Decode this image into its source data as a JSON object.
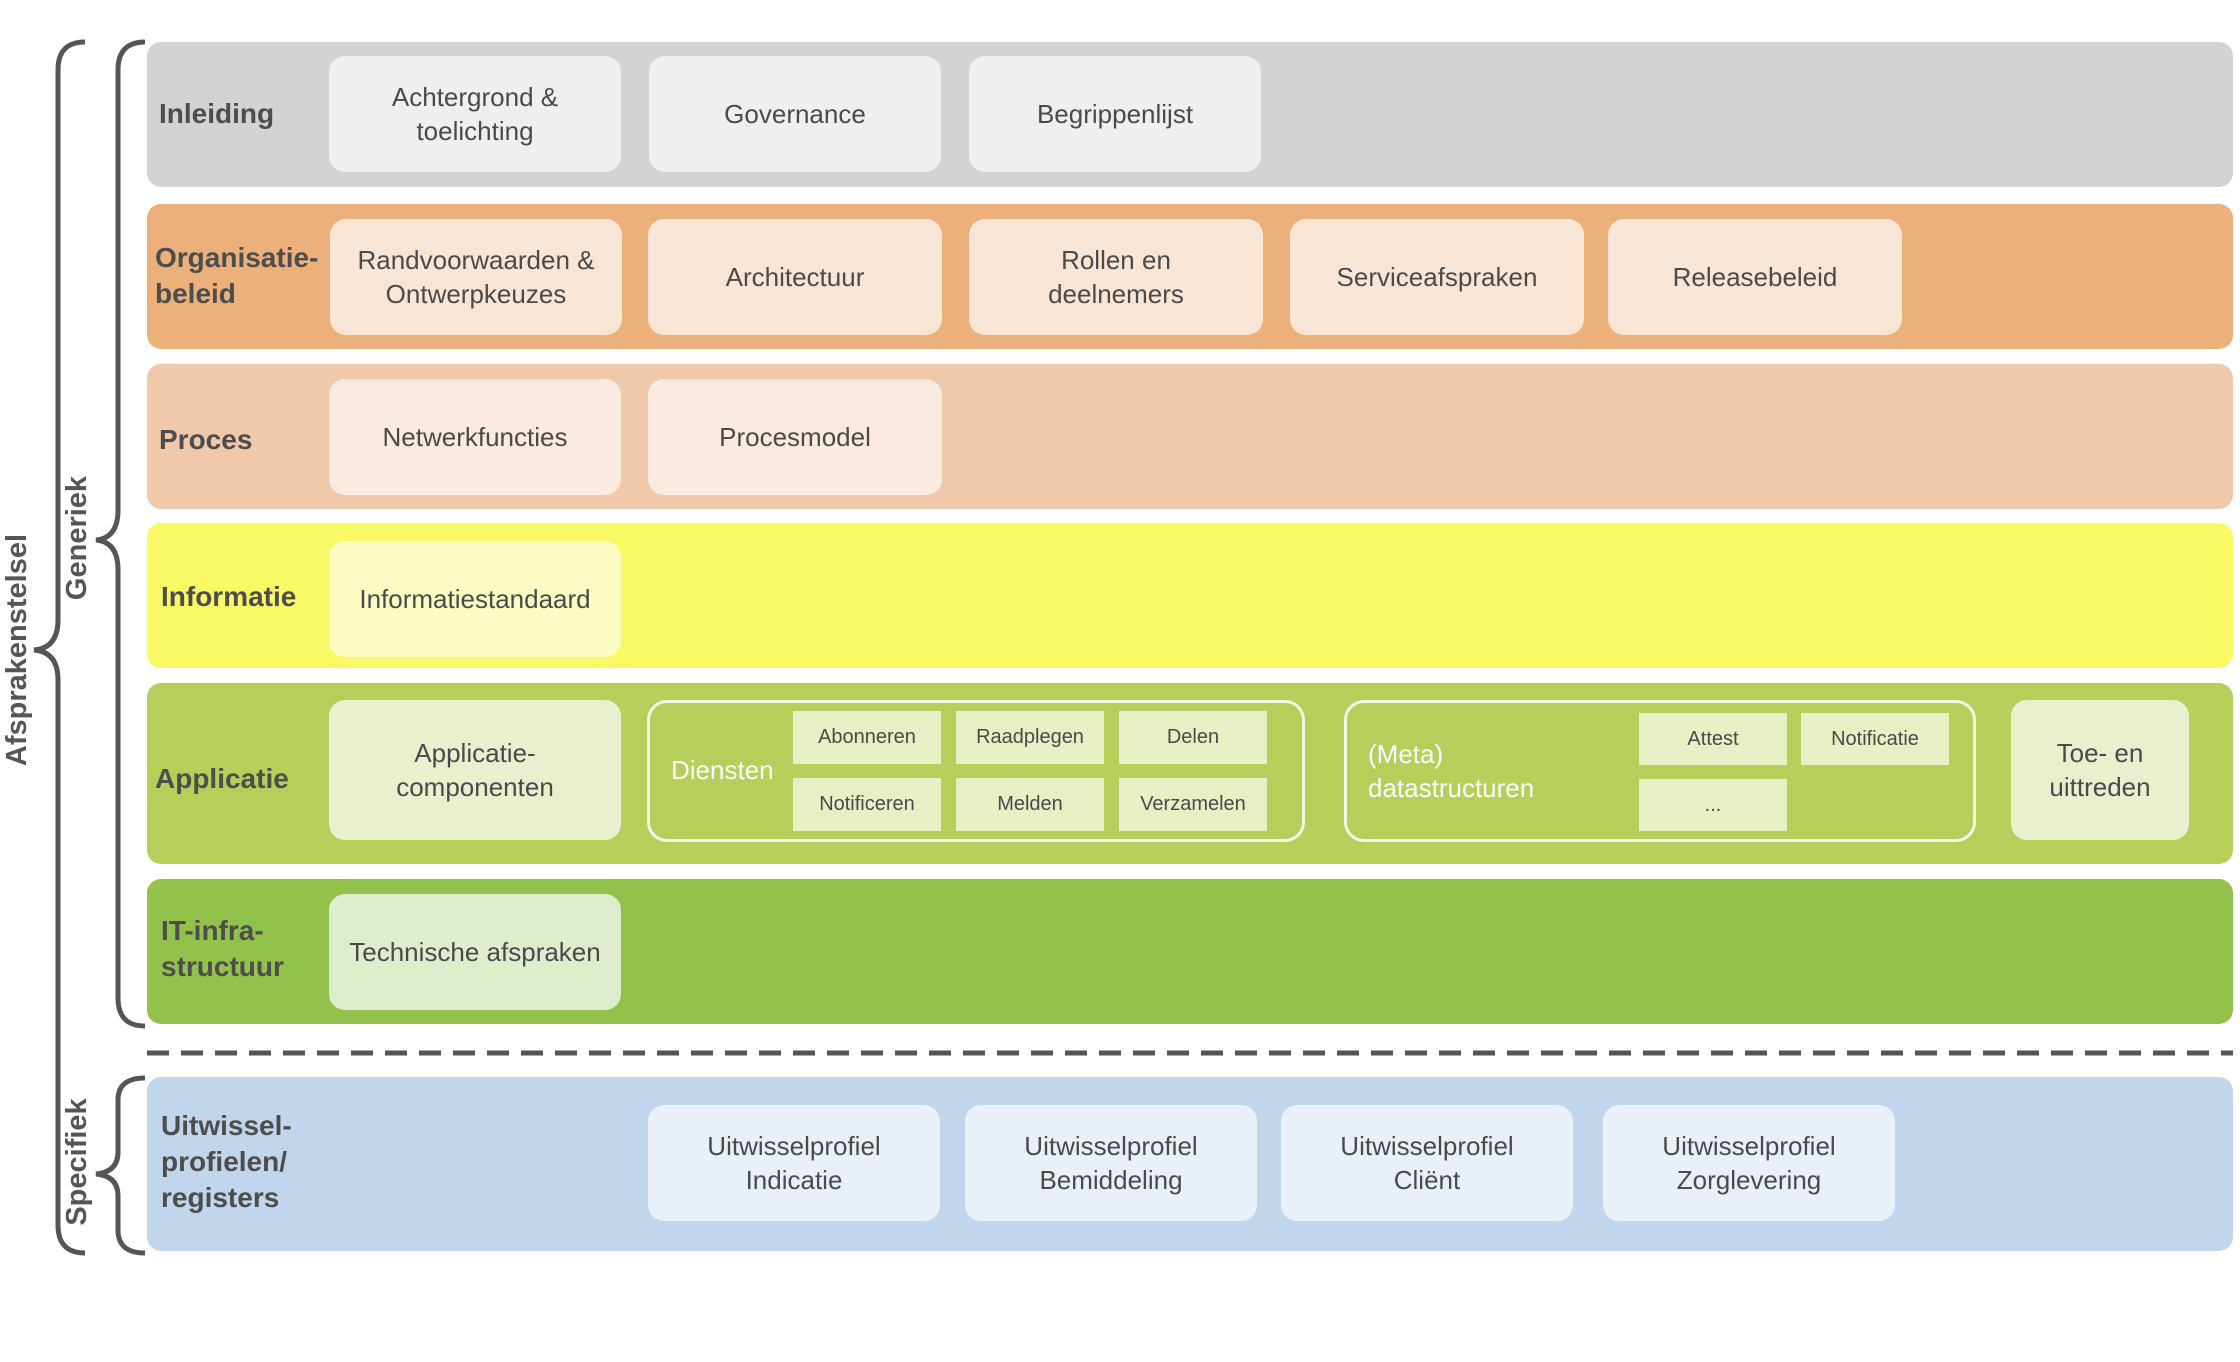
{
  "colors": {
    "inleiding": "#d3d3d3",
    "organisatiebeleid": "#ecb07b",
    "proces": "#f0c9ab",
    "informatie": "#f9f966",
    "applicatie": "#b5cf5a",
    "it_infrastructuur": "#92c24b",
    "uitwisselprofielen": "#c1d6ec"
  },
  "side_labels": {
    "afsprakenstelsel": "Afsprakenstelsel",
    "generiek": "Generiek",
    "specifiek": "Specifiek"
  },
  "layers": {
    "inleiding": {
      "title": "Inleiding",
      "boxes": [
        "Achtergrond &\ntoelichting",
        "Governance",
        "Begrippenlijst"
      ]
    },
    "organisatiebeleid": {
      "title": "Organisatie-\nbeleid",
      "boxes": [
        "Randvoorwaarden &\nOntwerpkeuzes",
        "Architectuur",
        "Rollen en\ndeelnemers",
        "Serviceafspraken",
        "Releasebeleid"
      ]
    },
    "proces": {
      "title": "Proces",
      "boxes": [
        "Netwerkfuncties",
        "Procesmodel"
      ]
    },
    "informatie": {
      "title": "Informatie",
      "boxes": [
        "Informatiestandaard"
      ]
    },
    "applicatie": {
      "title": "Applicatie",
      "componenten": "Applicatie-\ncomponenten",
      "diensten": {
        "label": "Diensten",
        "items": [
          "Abonneren",
          "Raadplegen",
          "Delen",
          "Notificeren",
          "Melden",
          "Verzamelen"
        ]
      },
      "datastructuren": {
        "label": "(Meta)\ndatastructuren",
        "items": [
          "Attest",
          "Notificatie",
          "..."
        ]
      },
      "toe_uittreden": "Toe- en\nuittreden"
    },
    "it_infrastructuur": {
      "title": "IT-infra-\nstructuur",
      "boxes": [
        "Technische afspraken"
      ]
    },
    "uitwisselprofielen": {
      "title": "Uitwissel-\nprofielen/\nregisters",
      "boxes": [
        "Uitwisselprofiel\nIndicatie",
        "Uitwisselprofiel\nBemiddeling",
        "Uitwisselprofiel\nCliënt",
        "Uitwisselprofiel\nZorglevering"
      ]
    }
  }
}
